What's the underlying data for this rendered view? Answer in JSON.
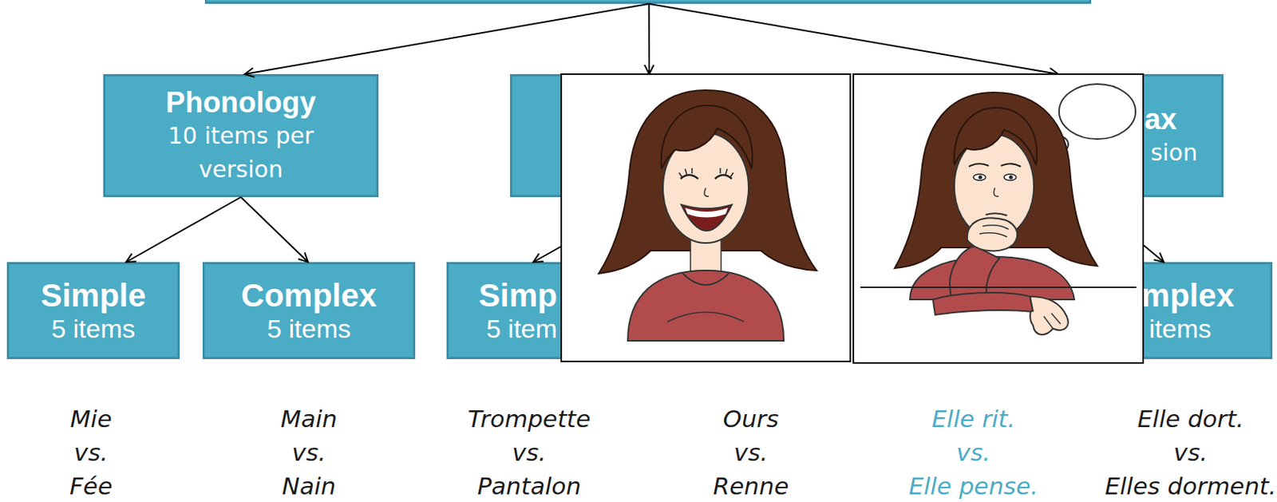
{
  "diagram": {
    "nodes": [
      {
        "text": []
      },
      {
        "text": [
          "Phonology",
          "10 items per version"
        ]
      },
      {
        "text": []
      },
      {
        "text": [
          "ax",
          "sion"
        ]
      },
      {
        "text": [
          "Simple",
          "5 items"
        ]
      },
      {
        "text": [
          "Complex",
          "5 items"
        ]
      },
      {
        "text": [
          "Simp",
          "5 item"
        ]
      },
      {
        "text": [
          "mplex",
          "items"
        ]
      }
    ],
    "edges": [
      {
        "from": 0,
        "to": 1,
        "arrow": "to"
      },
      {
        "from": 0,
        "to": 2,
        "arrow": "to"
      },
      {
        "from": 0,
        "to": 3,
        "arrow": "to"
      },
      {
        "from": 1,
        "to": 4,
        "arrow": "to"
      },
      {
        "from": 1,
        "to": 5,
        "arrow": "to"
      },
      {
        "from": 2,
        "to": 6,
        "arrow": "to"
      },
      {
        "from": 3,
        "to": 7,
        "arrow": "to"
      }
    ],
    "labels": [
      "Mie",
      "vs.",
      "Fée",
      "Main",
      "vs.",
      "Nain",
      "Trompette",
      "vs.",
      "Pantalon",
      "Ours",
      "vs.",
      "Renne",
      "Elle rit.",
      "vs.",
      "Elle pense.",
      "Elle dort.",
      "vs.",
      "Elles dorment."
    ]
  }
}
